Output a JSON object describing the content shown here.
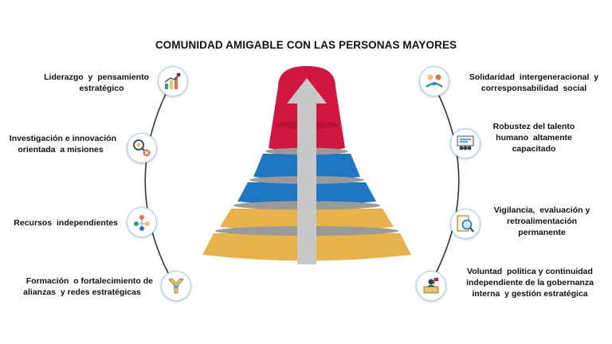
{
  "title": "COMUNIDAD AMIGABLE CON LAS PERSONAS MAYORES",
  "left_items": [
    {
      "line1": "Liderazgo  y  pensamiento",
      "line2": "estratégico",
      "icon": "leadership-growth-icon"
    },
    {
      "line1": "Investigación e innovación",
      "line2": "orientada  a misiones",
      "icon": "research-innovation-icon"
    },
    {
      "line1": "Recursos  independientes",
      "line2": "",
      "icon": "resources-icon"
    },
    {
      "line1": "Formación  o fortalecimiento de",
      "line2": "alianzas  y redes estratégicas",
      "icon": "alliances-network-icon"
    }
  ],
  "right_items": [
    {
      "line1": "Solidaridad  intergeneracional  y",
      "line2": "corresponsabilidad  social",
      "line3": "",
      "icon": "solidarity-icon"
    },
    {
      "line1": "Robustez del talento",
      "line2": "humano  altamente",
      "line3": "capacitado",
      "icon": "human-talent-icon"
    },
    {
      "line1": "Vigilancia,  evaluación y",
      "line2": "retroalimentación",
      "line3": "permanente",
      "icon": "monitoring-evaluation-icon"
    },
    {
      "line1": "Voluntad  política y continuidad",
      "line2": "independiente de la gobernanza",
      "line3": "interna  y gestión estratégica",
      "icon": "political-will-icon"
    }
  ],
  "colors": {
    "red": "#d1163f",
    "blue": "#1f77c4",
    "gold": "#e8b24a",
    "arrow": "#c8c8c8",
    "ring": "#9fd3ee",
    "arc": "#333333"
  }
}
